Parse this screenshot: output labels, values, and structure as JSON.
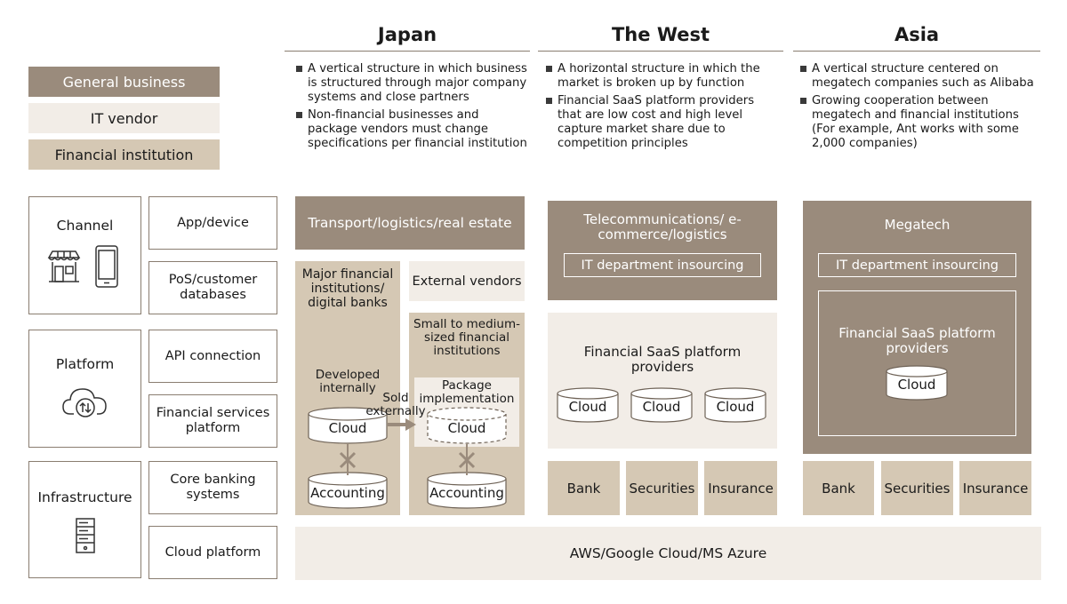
{
  "legend": {
    "general_business": "General business",
    "it_vendor": "IT vendor",
    "financial_institution": "Financial institution"
  },
  "columns": {
    "japan": {
      "title": "Japan",
      "bullets": [
        "A vertical structure in which business is structured through major company systems and close partners",
        "Non-financial businesses and package vendors must change specifications per financial institution"
      ]
    },
    "west": {
      "title": "The West",
      "bullets": [
        "A horizontal structure in which the market is broken up by function",
        "Financial SaaS platform providers that are low cost and high level capture market share due to competition principles"
      ]
    },
    "asia": {
      "title": "Asia",
      "bullets": [
        "A vertical structure centered on megatech companies such as Alibaba",
        "Growing cooperation between megatech and financial institutions (For example, Ant works with some 2,000 companies)"
      ]
    }
  },
  "layers": {
    "channel": {
      "label": "Channel",
      "items": [
        "App/device",
        "PoS/customer databases"
      ]
    },
    "platform": {
      "label": "Platform",
      "items": [
        "API connection",
        "Financial services platform"
      ]
    },
    "infrastructure": {
      "label": "Infrastructure",
      "items": [
        "Core banking systems",
        "Cloud platform"
      ]
    }
  },
  "japan": {
    "business": "Transport/logistics/real estate",
    "major": "Major financial institutions/ digital banks",
    "developed": "Developed internally",
    "cloud": "Cloud",
    "accounting": "Accounting",
    "external": "External vendors",
    "small": "Small to medium-sized financial institutions",
    "package": "Package implementation",
    "sold": "Sold externally"
  },
  "west": {
    "business": "Telecommunications/ e-commerce/logistics",
    "insourcing": "IT department insourcing",
    "saas": "Financial SaaS platform providers",
    "clouds": [
      "Cloud",
      "Cloud",
      "Cloud"
    ],
    "institutions": [
      "Bank",
      "Securities",
      "Insurance"
    ]
  },
  "asia": {
    "business": "Megatech",
    "insourcing": "IT department insourcing",
    "saas": "Financial SaaS platform providers",
    "cloud": "Cloud",
    "institutions": [
      "Bank",
      "Securities",
      "Insurance"
    ]
  },
  "cloud_platform": "AWS/Google Cloud/MS Azure",
  "colors": {
    "general_business": "#9a8b7c",
    "it_vendor": "#f2ede7",
    "financial_institution": "#d5c8b4"
  },
  "icons": {
    "channel": [
      "store-icon",
      "smartphone-icon"
    ],
    "platform": "cloud-sync-icon",
    "infrastructure": "server-icon"
  }
}
